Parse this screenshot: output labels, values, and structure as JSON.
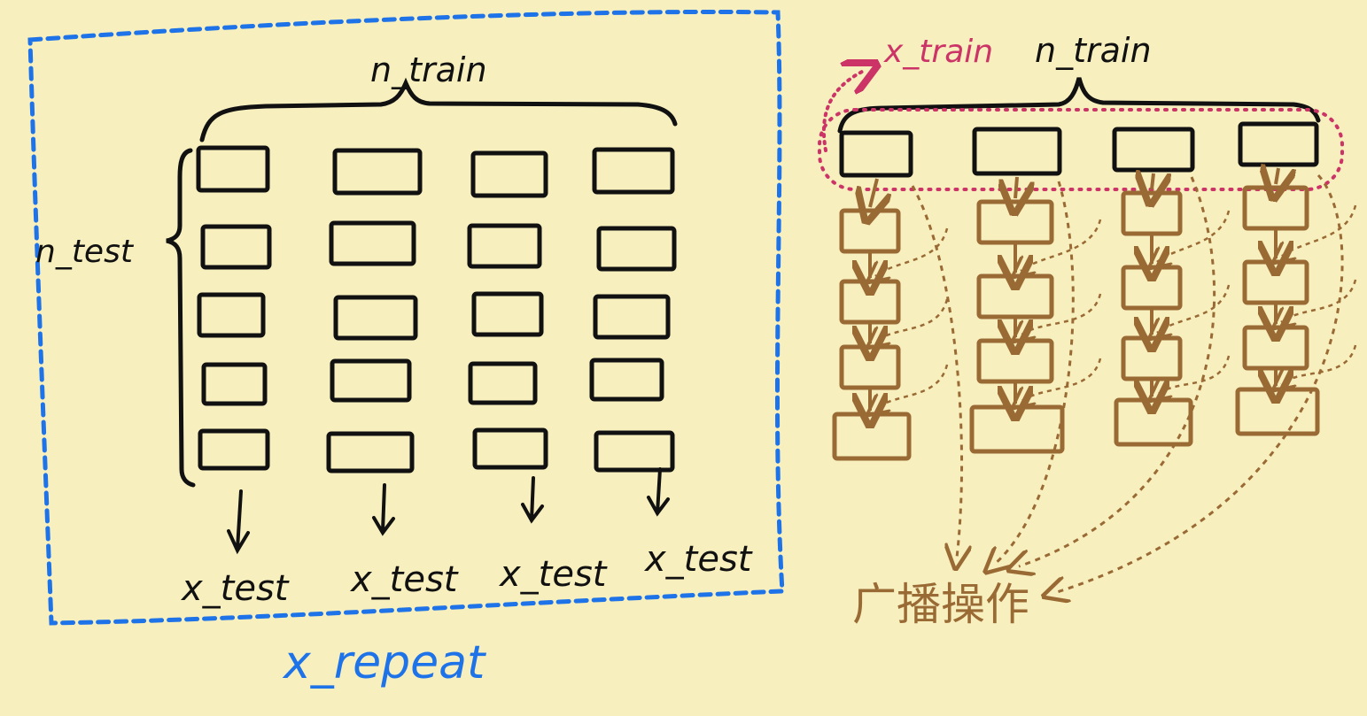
{
  "colors": {
    "background": "#f7efbe",
    "ink": "#111111",
    "blue": "#1f73e8",
    "pink": "#cc3366",
    "brown": "#9a6a35"
  },
  "left": {
    "n_train_label": "n_train",
    "n_test_label": "n_test",
    "x_test_labels": [
      "x_test",
      "x_test",
      "x_test",
      "x_test"
    ],
    "x_repeat_label": "x_repeat",
    "grid": {
      "columns": 4,
      "rows": 5
    }
  },
  "right": {
    "x_train_label": "x_train",
    "n_train_label": "n_train",
    "broadcast_label": "广播操作",
    "columns": 4,
    "rows_per_column": [
      4,
      4,
      4,
      4
    ]
  }
}
